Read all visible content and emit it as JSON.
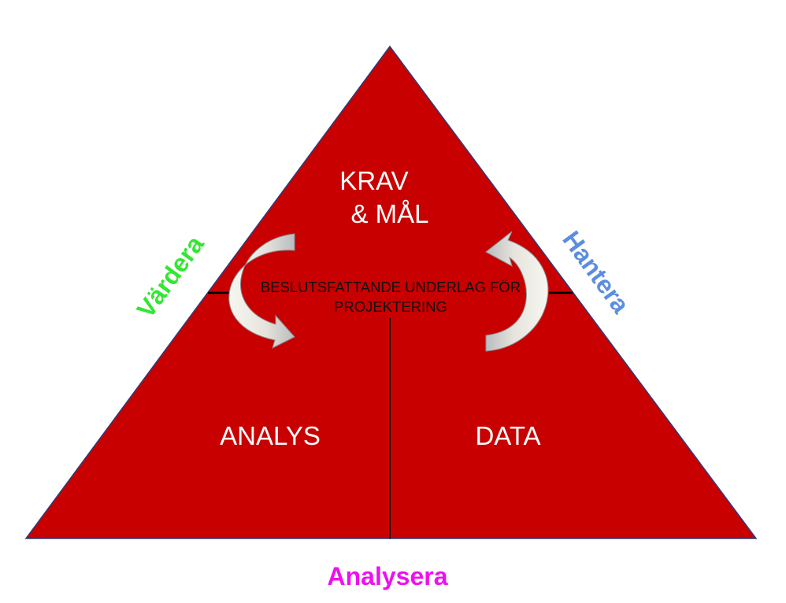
{
  "diagram": {
    "apex_line1": "KRAV",
    "apex_line2": "& MÅL",
    "center_line1": "BESLUTSFATTANDE UNDERLAG FÖR",
    "center_line2": "PROJEKTERING",
    "bottom_left": "ANALYS",
    "bottom_right": "DATA",
    "edge_left": "Värdera",
    "edge_right": "Hantera",
    "edge_bottom": "Analysera"
  },
  "colors": {
    "triangle_fill": "#c80000",
    "triangle_stroke": "#2b3d7a",
    "arrow_fill": "#eceae2",
    "arrow_stroke": "#8a8f96",
    "edge_left": "#33e633",
    "edge_right": "#5b8ee0",
    "edge_bottom": "#ee10ee"
  }
}
